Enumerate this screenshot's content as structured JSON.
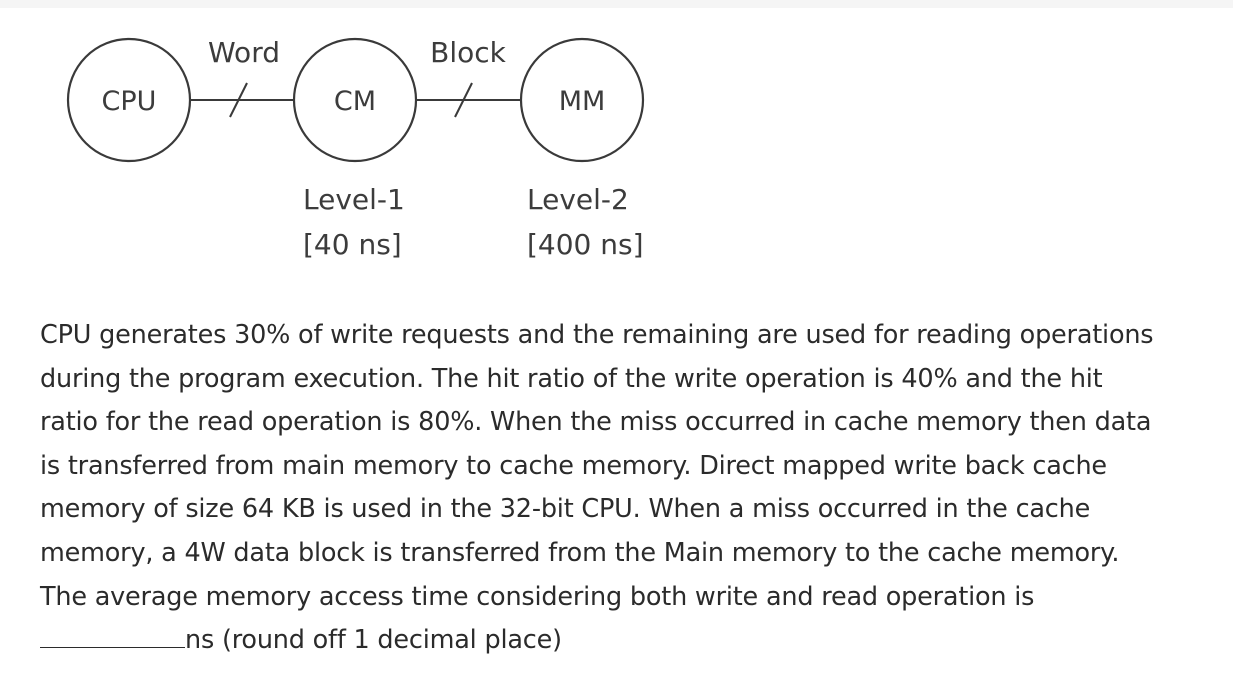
{
  "diagram": {
    "nodes": [
      {
        "id": "cpu",
        "label": "CPU"
      },
      {
        "id": "cm",
        "label": "CM"
      },
      {
        "id": "mm",
        "label": "MM"
      }
    ],
    "links": [
      {
        "from": "cpu",
        "to": "cm",
        "label": "Word"
      },
      {
        "from": "cm",
        "to": "mm",
        "label": "Block"
      }
    ],
    "levels": [
      {
        "node": "cm",
        "name": "Level-1",
        "time": "[40 ns]"
      },
      {
        "node": "mm",
        "name": "Level-2",
        "time": "[400 ns]"
      }
    ]
  },
  "question": {
    "lines": [
      "CPU generates 30% of write requests and the remaining are used for reading operations",
      "during the program execution. The hit ratio of the write operation is 40% and the hit",
      "ratio for the read operation is 80%. When the miss occurred in cache memory then data",
      "is transferred from main memory to cache memory. Direct mapped write back cache",
      "memory of size 64 KB is used in the 32-bit CPU. When a miss occurred in the cache",
      "memory, a 4W data block is transferred from the Main memory to the cache memory.",
      "The average memory access time considering both write and read operation is"
    ],
    "answer_suffix": "ns (round off 1 decimal place)"
  }
}
